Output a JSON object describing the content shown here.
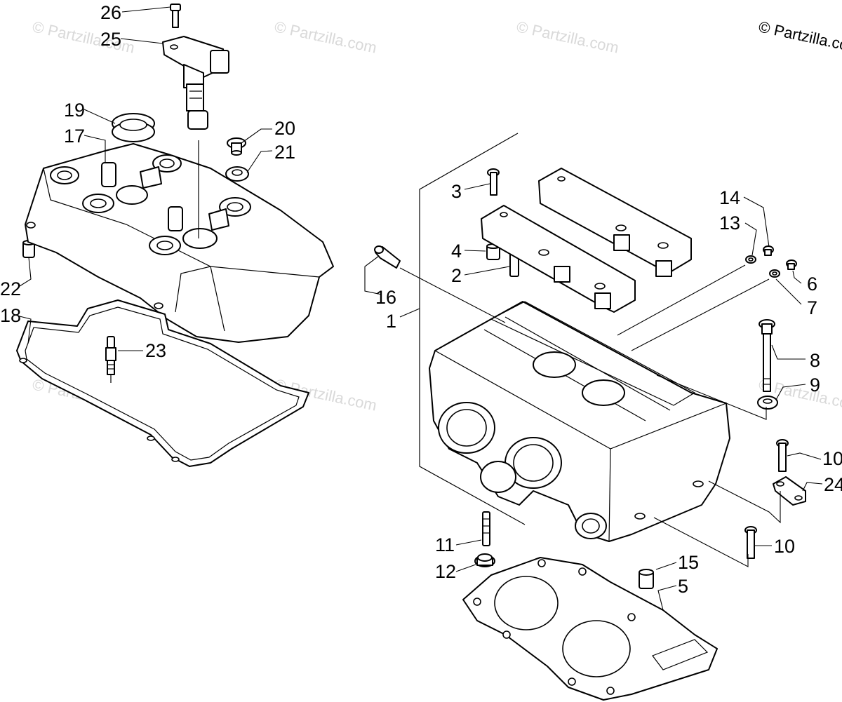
{
  "copyright": "© Partzilla.com",
  "watermark": "© Partzilla.com",
  "callouts": {
    "c1": "1",
    "c2": "2",
    "c3": "3",
    "c4": "4",
    "c5": "5",
    "c6": "6",
    "c7": "7",
    "c8": "8",
    "c9": "9",
    "c10a": "10",
    "c10b": "10",
    "c11": "11",
    "c12": "12",
    "c13": "13",
    "c14": "14",
    "c15": "15",
    "c16": "16",
    "c17": "17",
    "c18": "18",
    "c19": "19",
    "c20": "20",
    "c21": "21",
    "c22": "22",
    "c23": "23",
    "c24": "24",
    "c25": "25",
    "c26": "26"
  }
}
